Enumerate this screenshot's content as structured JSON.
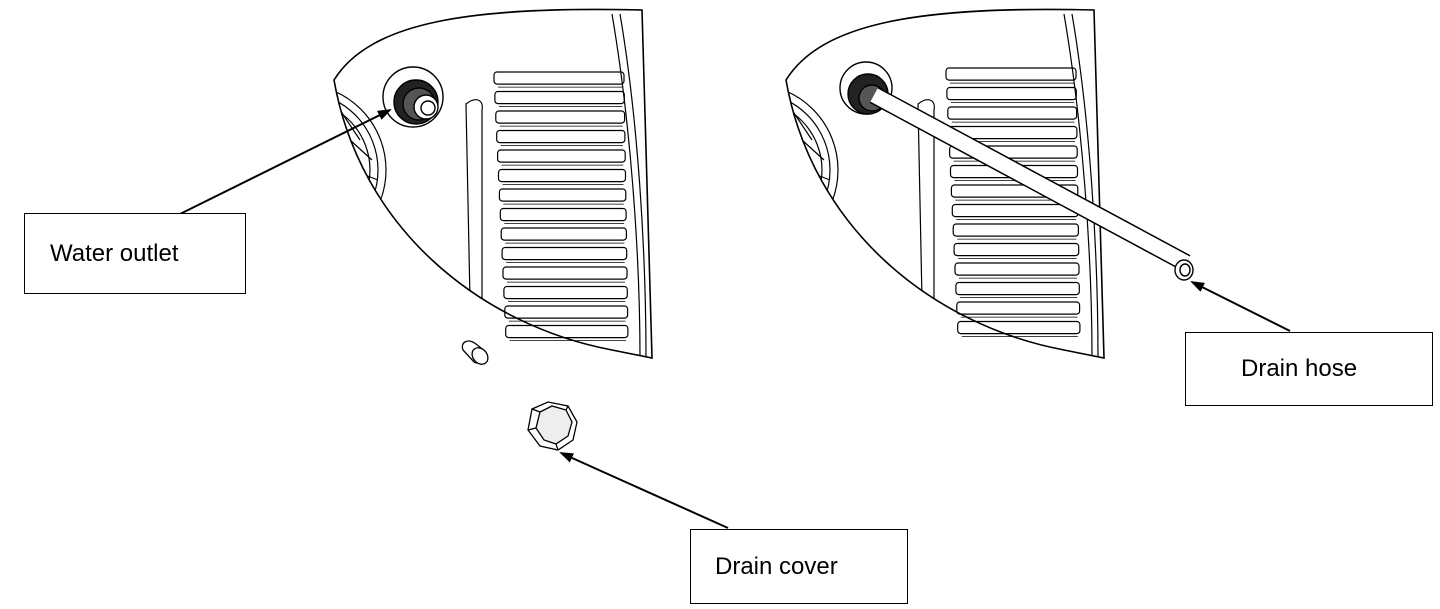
{
  "labels": {
    "water_outlet": "Water outlet",
    "drain_hose": "Drain hose",
    "drain_cover": "Drain cover"
  },
  "colors": {
    "line": "#000000",
    "background": "#ffffff"
  }
}
